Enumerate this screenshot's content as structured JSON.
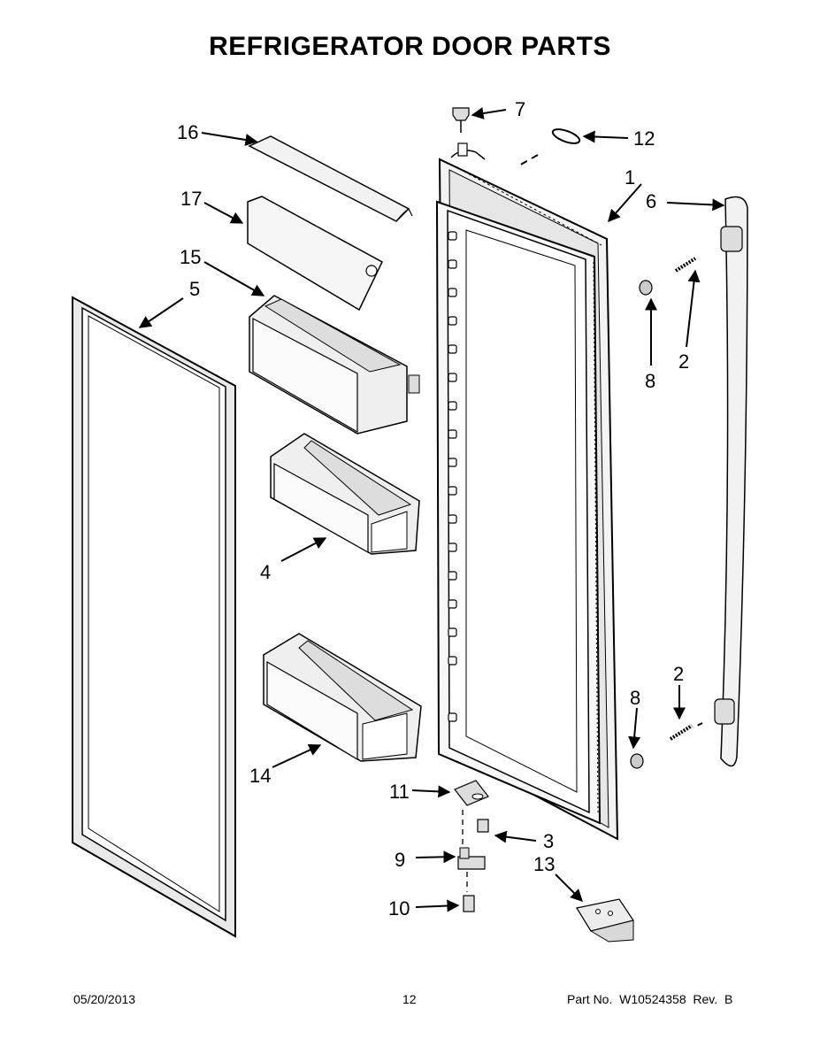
{
  "title": "REFRIGERATOR DOOR PARTS",
  "callouts": {
    "c1": "1",
    "c2a": "2",
    "c2b": "2",
    "c3": "3",
    "c4": "4",
    "c5": "5",
    "c6": "6",
    "c7": "7",
    "c8a": "8",
    "c8b": "8",
    "c9": "9",
    "c10": "10",
    "c11": "11",
    "c12": "12",
    "c13": "13",
    "c14": "14",
    "c15": "15",
    "c16": "16",
    "c17": "17"
  },
  "footer": {
    "date": "05/20/2013",
    "page": "12",
    "part": "Part No.  W10524358  Rev.  B"
  }
}
